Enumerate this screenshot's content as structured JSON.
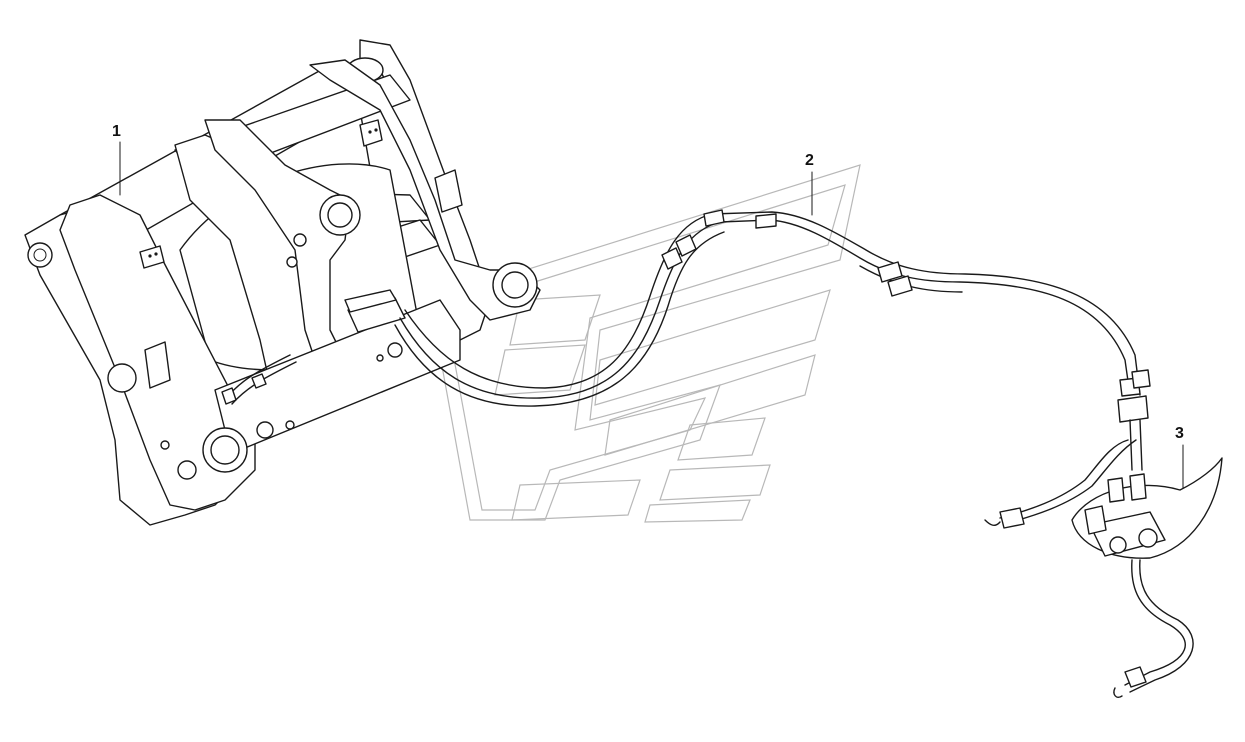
{
  "callouts": [
    {
      "label": "1",
      "part": "quick-coupler-frame"
    },
    {
      "label": "2",
      "part": "hydraulic-hose-assembly"
    },
    {
      "label": "3",
      "part": "valve-block-assembly"
    }
  ],
  "colors": {
    "line": "#1a1a1a",
    "watermark": "#b8b8b8",
    "background": "#ffffff"
  }
}
